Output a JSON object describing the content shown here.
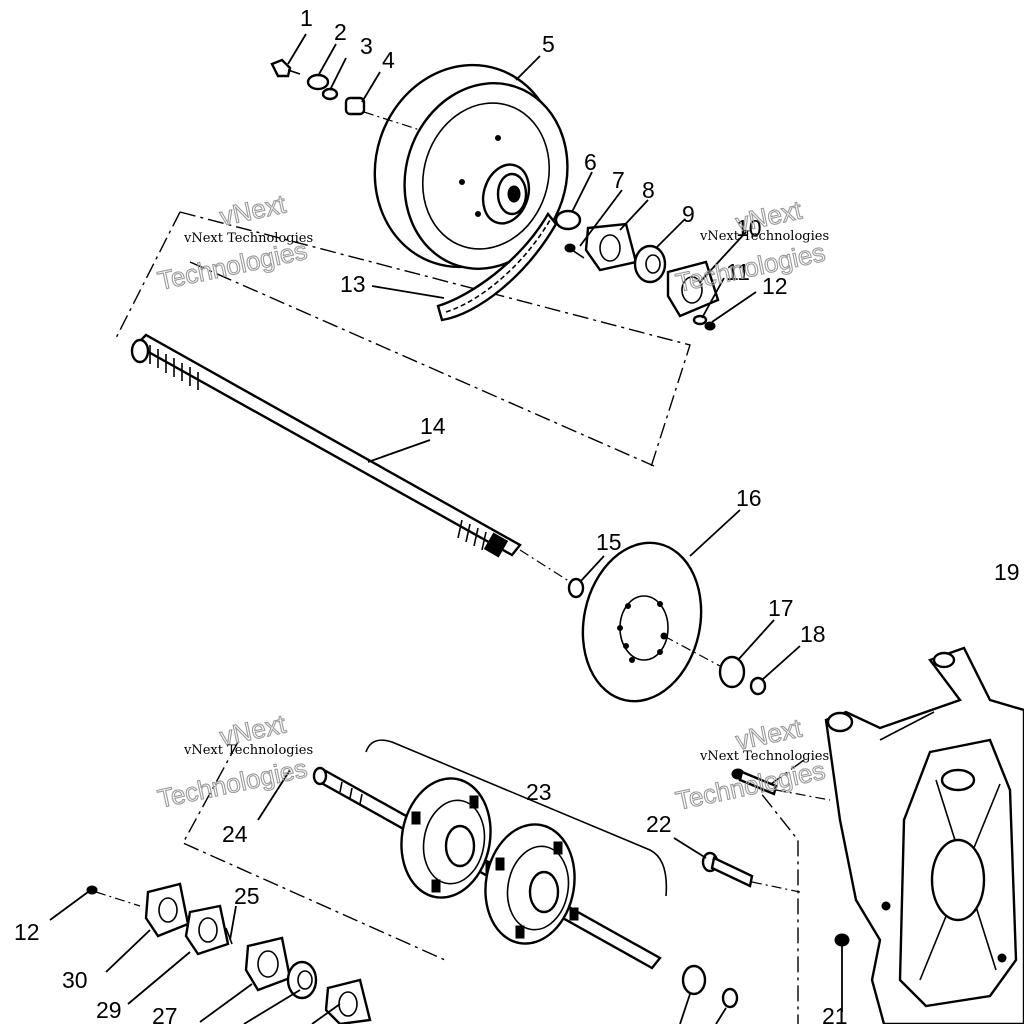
{
  "callouts": [
    {
      "id": "c1",
      "label": "1"
    },
    {
      "id": "c2",
      "label": "2"
    },
    {
      "id": "c3",
      "label": "3"
    },
    {
      "id": "c4",
      "label": "4"
    },
    {
      "id": "c5",
      "label": "5"
    },
    {
      "id": "c6",
      "label": "6"
    },
    {
      "id": "c7",
      "label": "7"
    },
    {
      "id": "c8",
      "label": "8"
    },
    {
      "id": "c9",
      "label": "9"
    },
    {
      "id": "c10",
      "label": "10"
    },
    {
      "id": "c11",
      "label": "11"
    },
    {
      "id": "c12a",
      "label": "12"
    },
    {
      "id": "c13",
      "label": "13"
    },
    {
      "id": "c14",
      "label": "14"
    },
    {
      "id": "c15",
      "label": "15"
    },
    {
      "id": "c16",
      "label": "16"
    },
    {
      "id": "c17",
      "label": "17"
    },
    {
      "id": "c18",
      "label": "18"
    },
    {
      "id": "c19",
      "label": "19"
    },
    {
      "id": "c21",
      "label": "21"
    },
    {
      "id": "c22",
      "label": "22"
    },
    {
      "id": "c23",
      "label": "23"
    },
    {
      "id": "c24",
      "label": "24"
    },
    {
      "id": "c25",
      "label": "25"
    },
    {
      "id": "c12b",
      "label": "12"
    },
    {
      "id": "c27",
      "label": "27"
    },
    {
      "id": "c29",
      "label": "29"
    },
    {
      "id": "c30",
      "label": "30"
    }
  ],
  "watermark": {
    "small": "vNext Technologies",
    "large_top": "vNext",
    "large_bottom": "Technologies"
  }
}
